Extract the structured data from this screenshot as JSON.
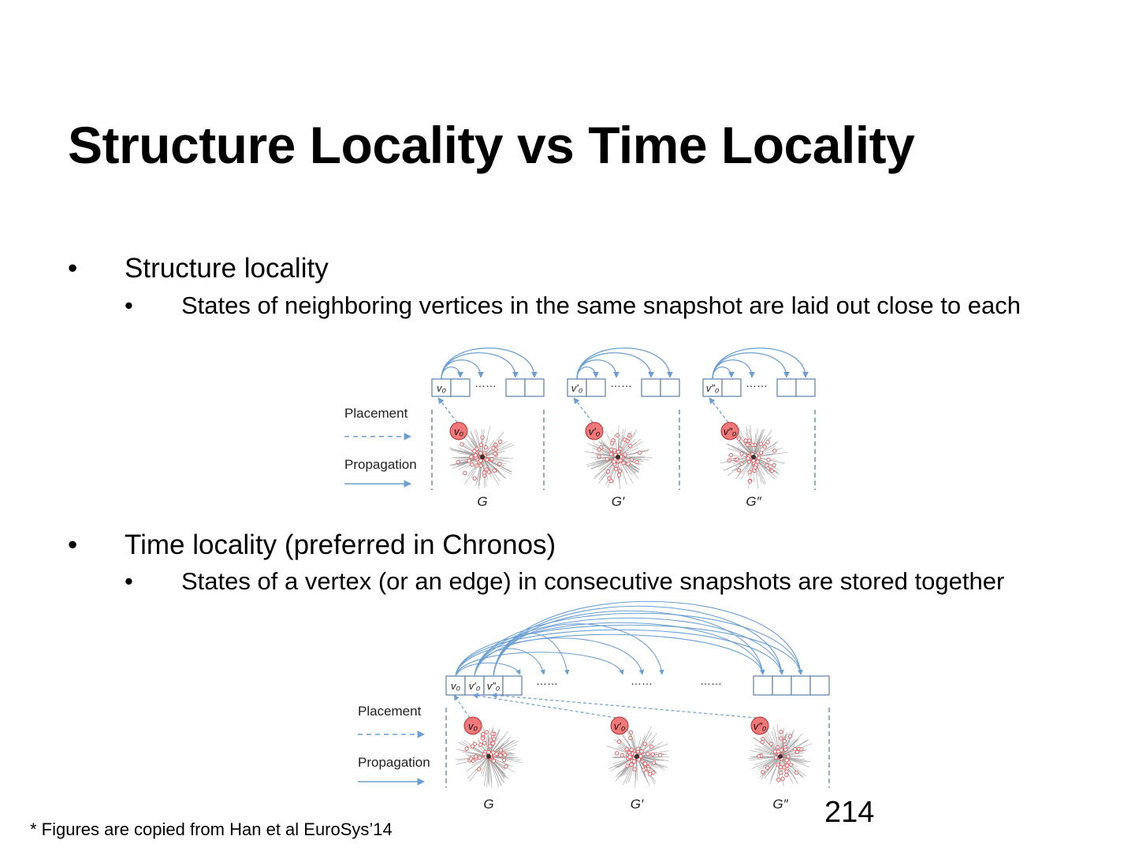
{
  "slide": {
    "title": "Structure Locality vs Time Locality",
    "bullets": [
      {
        "marker": "•",
        "text": "Structure locality",
        "sub": {
          "marker": "•",
          "text": "States of neighboring vertices in the same snapshot are laid out close to each"
        }
      },
      {
        "marker": "•",
        "text": "Time locality (preferred in Chronos)",
        "sub": {
          "marker": "•",
          "text": "States of a vertex (or an edge) in consecutive snapshots are stored together"
        }
      }
    ],
    "page_number": "214",
    "footnote": "* Figures are copied from Han et al EuroSys’14"
  },
  "figures": {
    "legend": {
      "placement": "Placement",
      "propagation": "Propagation"
    },
    "ellipsis": "……",
    "structure": {
      "snapshots": [
        {
          "vertex_label": "v₀",
          "graph_label": "G"
        },
        {
          "vertex_label": "v′₀",
          "graph_label": "G′"
        },
        {
          "vertex_label": "v″₀",
          "graph_label": "G″"
        }
      ]
    },
    "time": {
      "cells": [
        "v₀",
        "v′₀",
        "v″₀"
      ],
      "snapshots": [
        {
          "vertex_label": "v₀",
          "graph_label": "G"
        },
        {
          "vertex_label": "v′₀",
          "graph_label": "G′"
        },
        {
          "vertex_label": "v″₀",
          "graph_label": "G″"
        }
      ]
    }
  },
  "colors": {
    "arrow": "#6a9fd4",
    "vertex_fill": "#f07878",
    "vertex_stroke": "#b03030",
    "cluster_gray": "#999999",
    "cluster_red": "#e06060",
    "cell_stroke": "#5a7fa8"
  }
}
